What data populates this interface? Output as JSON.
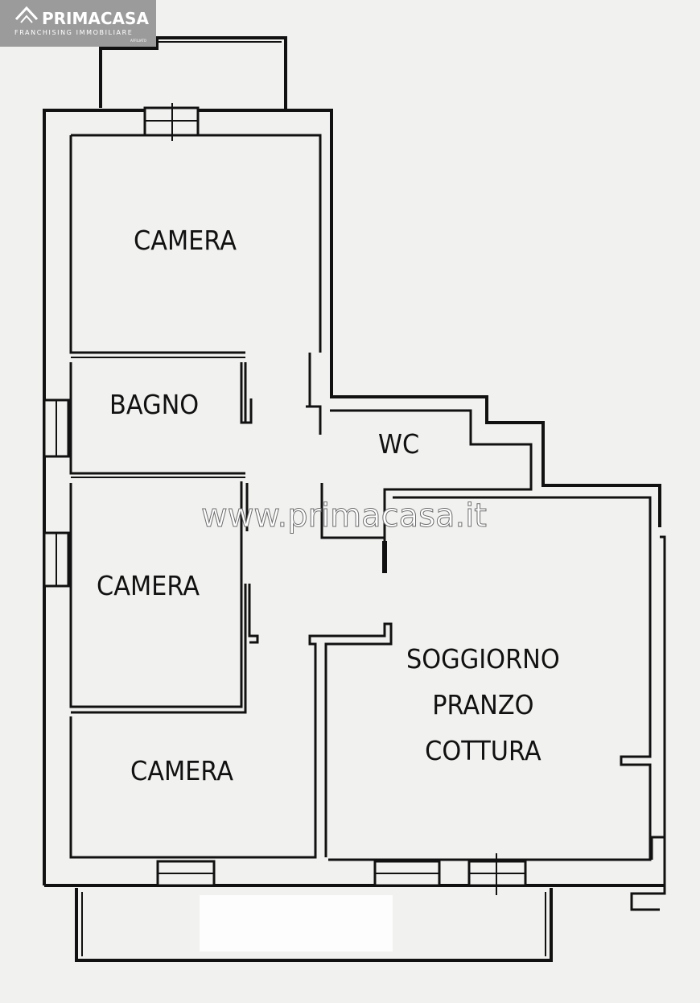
{
  "logo": {
    "brand": "PRIMACASA",
    "subtitle": "FRANCHISING IMMOBILIARE",
    "affiliation": "AFFILIATO",
    "mark_icon": "house-roof-icon"
  },
  "watermark": "www.primacasa.it",
  "rooms": {
    "camera_top": "CAMERA",
    "bagno": "BAGNO",
    "wc": "WC",
    "camera_middle": "CAMERA",
    "camera_bottom": "CAMERA",
    "soggiorno": [
      "SOGGIORNO",
      "PRANZO",
      "COTTURA"
    ]
  },
  "colors": {
    "wall": "#111111",
    "background": "#f1f1ef",
    "logo_bg": "#9b9b9b"
  }
}
